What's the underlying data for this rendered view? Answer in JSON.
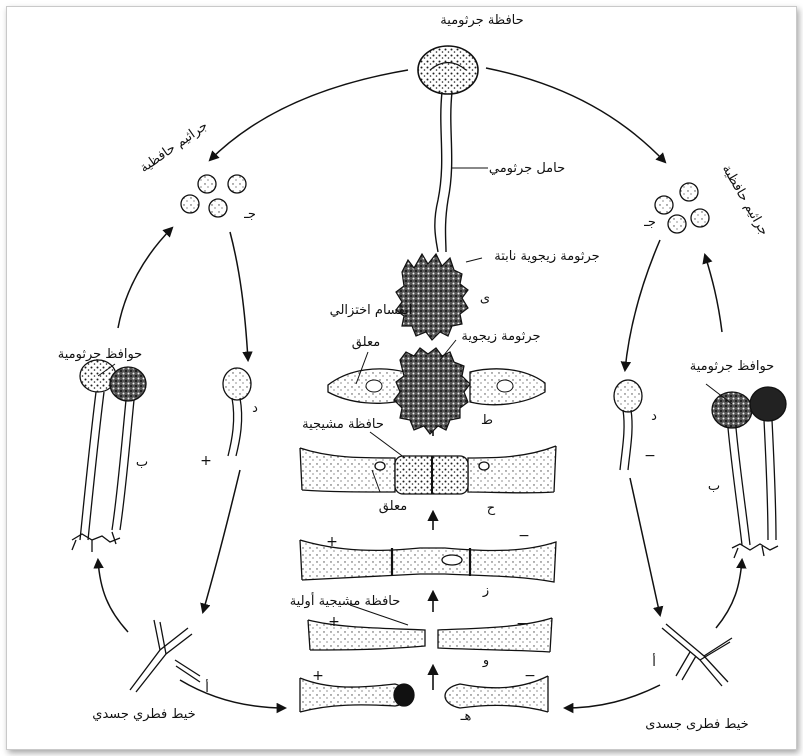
{
  "labels": {
    "top_sporangium": "حافظة جرثومية",
    "sporangiophore": "حامل جرثومي",
    "zygospore_germinating": "جرثومة زيجوية نابتة",
    "meiosis": "انقسام اختزالي",
    "zygospore": "جرثومة زيجوية",
    "suspensor_top": "معلق",
    "gametangium": "حافظة مشيجية",
    "suspensor_mid": "معلق",
    "progametangium": "حافظة مشيجية أولية",
    "left_sporangia": "حوافظ جرثومية",
    "right_sporangia": "حوافظ جرثومية",
    "left_spores": "جراثيم حافظية",
    "right_spores": "جراثيم حافظية",
    "left_mycelium": "خيط فطري جسدي",
    "right_mycelium": "خيط فطرى جسدى"
  },
  "letters": {
    "a_left": "أ",
    "a_right": "أ",
    "b_left": "ب",
    "b_right": "ب",
    "j_left": "جـ",
    "j_right": "جـ",
    "d_left": "د",
    "d_right": "د",
    "h": "هـ",
    "w": "و",
    "z": "ز",
    "ha": "ح",
    "ta": "ط",
    "ya": "ى"
  },
  "signs": {
    "plus": "+",
    "minus": "−"
  }
}
